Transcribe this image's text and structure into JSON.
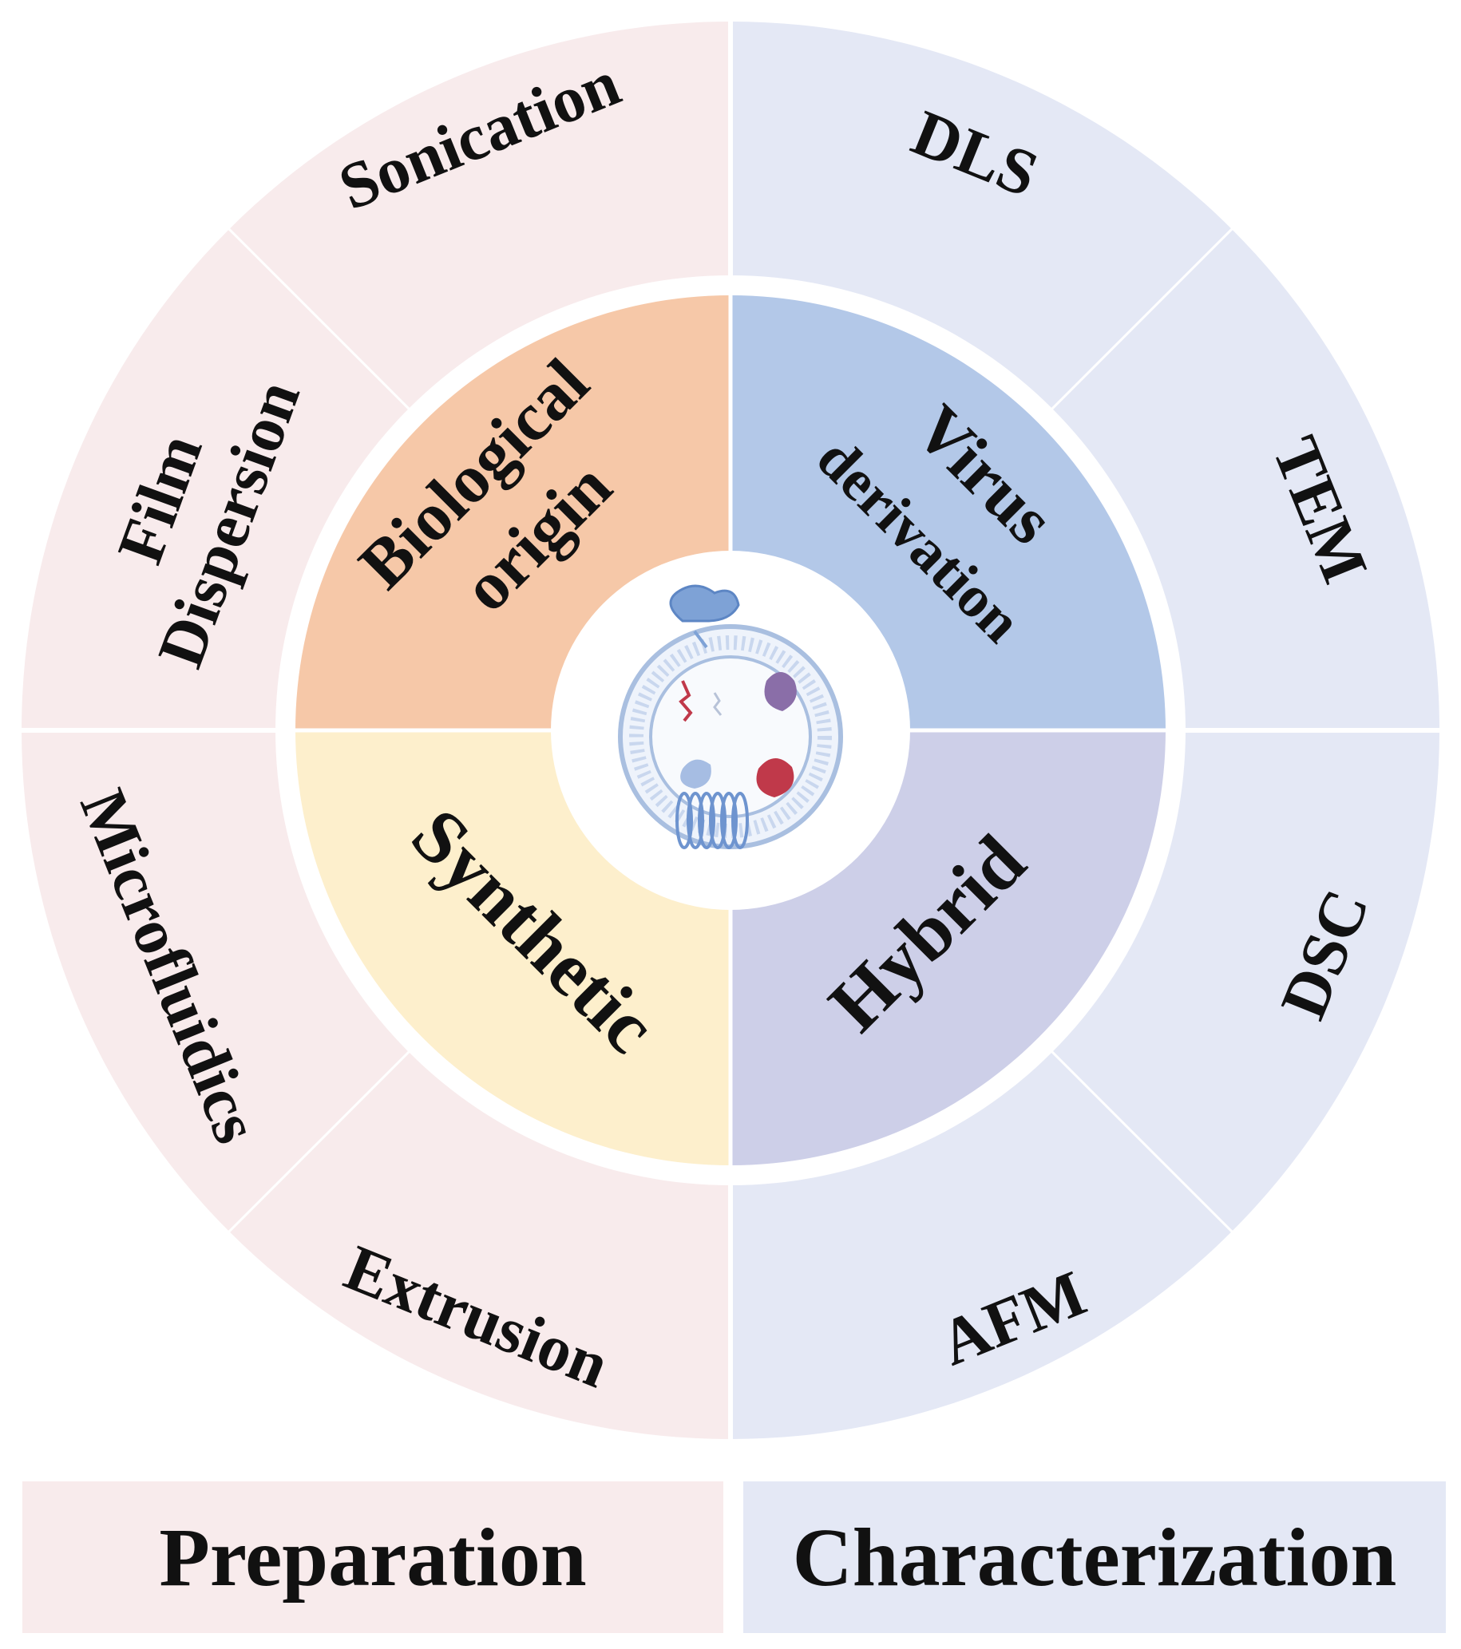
{
  "colors": {
    "preparation_bg": "#f8ebec",
    "characterization_bg": "#e4e8f5",
    "biological_origin": "#f6c8a8",
    "virus_derivation": "#b3c8e8",
    "synthetic": "#fdefcc",
    "hybrid": "#cdcfe8",
    "divider": "#ffffff"
  },
  "inner_quadrants": {
    "top_left": [
      "Biological",
      "origin"
    ],
    "top_right": [
      "Virus",
      "derivation"
    ],
    "bottom_left": [
      "Synthetic"
    ],
    "bottom_right": [
      "Hybrid"
    ]
  },
  "preparation_methods": {
    "sonication": [
      "Sonication"
    ],
    "film_dispersion": [
      "Film",
      "Dispersion"
    ],
    "microfluidics": [
      "Microfluidics"
    ],
    "extrusion": [
      "Extrusion"
    ]
  },
  "characterization_methods": {
    "dls": [
      "DLS"
    ],
    "tem": [
      "TEM"
    ],
    "dsc": [
      "DSC"
    ],
    "afm": [
      "AFM"
    ]
  },
  "center_icon": "liposome-icon",
  "legend": {
    "preparation": "Preparation",
    "characterization": "Characterization"
  }
}
